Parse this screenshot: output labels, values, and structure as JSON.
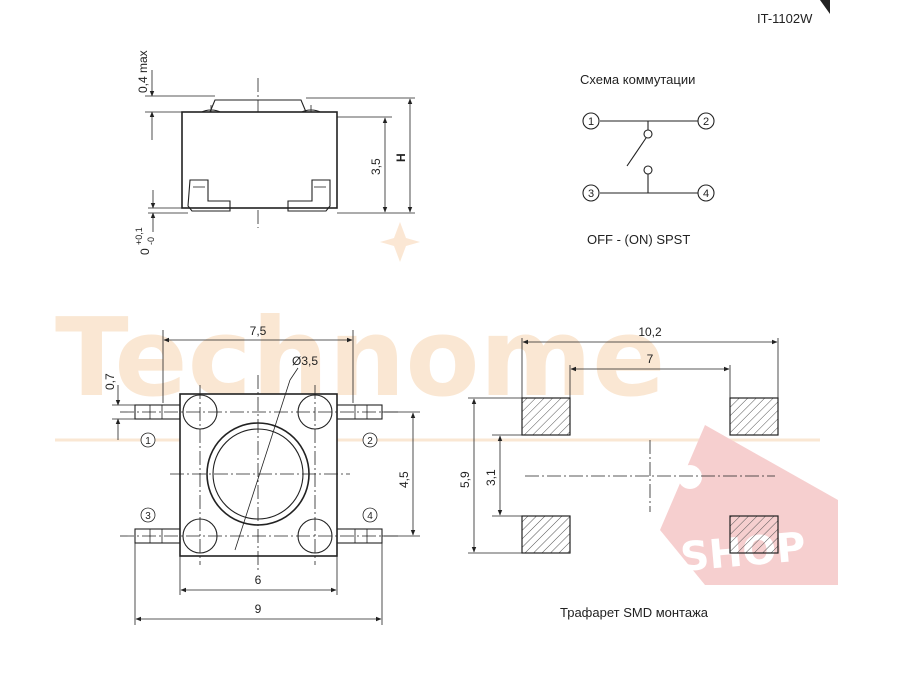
{
  "header": {
    "model": "IT-1102W"
  },
  "schematic": {
    "title": "Схема коммутации",
    "type_label": "OFF - (ON)  SPST",
    "pins": [
      "1",
      "2",
      "3",
      "4"
    ]
  },
  "side_view": {
    "dim_top": "0,4 max",
    "dim_body": "3,5",
    "dim_total": "H",
    "dim_bottom": "0",
    "dim_bottom_tol_upper": "+0,1",
    "dim_bottom_tol_lower": "-0"
  },
  "top_view": {
    "dim_pin_span": "7,5",
    "dim_lead_width": "0,7",
    "dim_actuator": "Ø3,5",
    "dim_pin_pitch": "4,5",
    "dim_body_width": "6",
    "dim_overall": "9",
    "pins": [
      "1",
      "2",
      "3",
      "4"
    ]
  },
  "footprint": {
    "dim_outer": "10,2",
    "dim_inner": "7",
    "dim_height_outer": "5,9",
    "dim_height_inner": "3,1",
    "caption": "Трафарет SMD монтажа"
  },
  "watermark": {
    "brand": "Technome",
    "badge": "SHOP",
    "colors": {
      "brand": "#f7c9a0",
      "badge": "#e07a7a"
    }
  },
  "colors": {
    "line": "#222222",
    "background": "#ffffff"
  }
}
